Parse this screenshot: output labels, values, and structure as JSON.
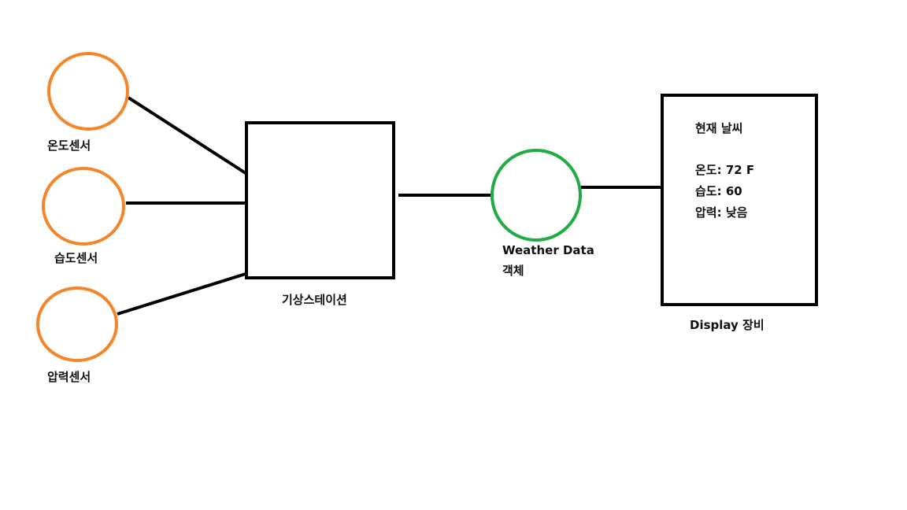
{
  "sensors": {
    "temperature": {
      "label": "온도센서"
    },
    "humidity": {
      "label": "습도센서"
    },
    "pressure": {
      "label": "압력센서"
    }
  },
  "station": {
    "label": "기상스테이션"
  },
  "weather_data": {
    "line1": "Weather Data",
    "line2": "객체"
  },
  "display": {
    "caption": "Display 장비",
    "title": "현재 날씨",
    "temp": "온도: 72 F",
    "humidity": "습도: 60",
    "pressure": "압력: 낮음"
  },
  "colors": {
    "sensor": "#f5852a",
    "weather_data": "#22aa44",
    "stroke": "#000000"
  }
}
